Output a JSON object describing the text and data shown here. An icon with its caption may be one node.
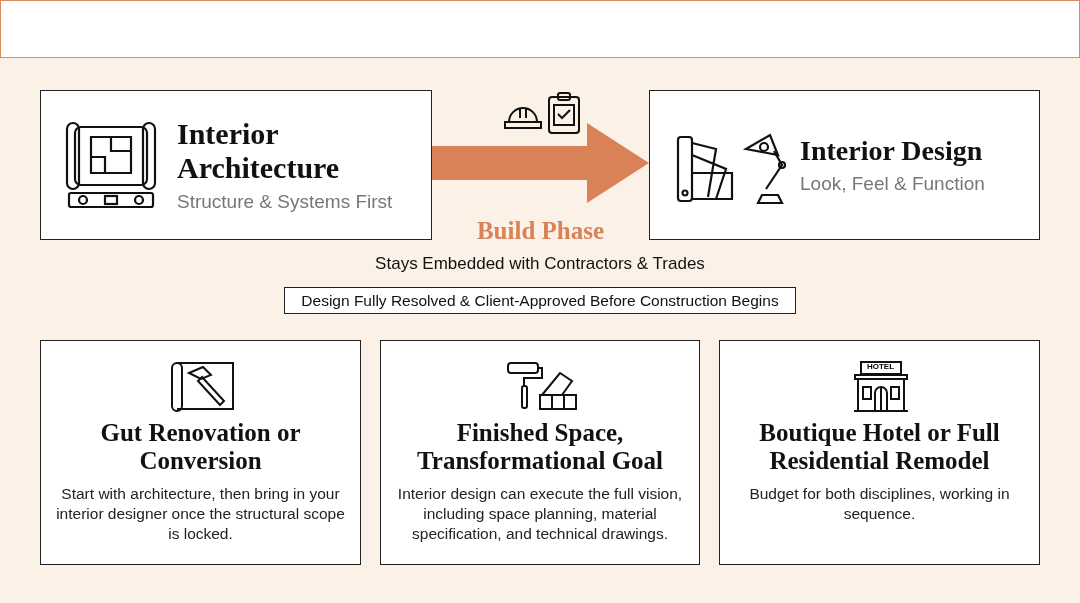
{
  "diagram": {
    "nodes": [
      {
        "text": [
          "Interior Architecture",
          "Structure & Systems First"
        ]
      },
      {
        "text": [
          "Interior Design",
          "Look, Feel & Function"
        ]
      },
      {
        "text": [
          "Design Fully Resolved & Client-Approved Before Construction Begins"
        ]
      },
      {
        "text": [
          "Gut Renovation or Conversion",
          "Start with architecture, then bring in your interior designer once the structural scope is locked."
        ]
      },
      {
        "text": [
          "Finished Space, Transformational Goal",
          "Interior design can execute the full vision, including space planning, material specification, and technical drawings."
        ]
      },
      {
        "text": [
          "Boutique Hotel or Full Residential Remodel",
          "Budget for both disciplines, working in sequence."
        ]
      }
    ],
    "edges": [
      {
        "from": 0,
        "to": 1,
        "arrow": "to",
        "label": "Build Phase"
      }
    ],
    "labels": [
      "Stays Embedded with Contractors & Trades",
      "HOTEL"
    ]
  }
}
